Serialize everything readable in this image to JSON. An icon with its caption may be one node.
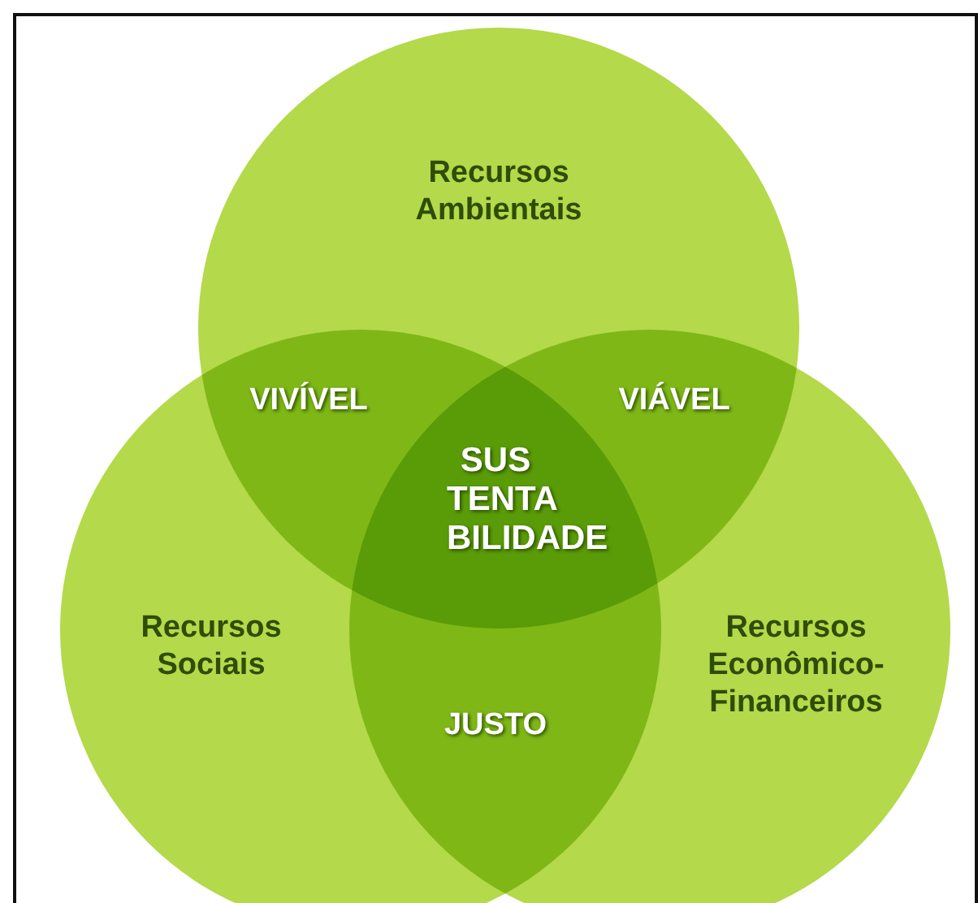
{
  "diagram": {
    "nodes": [
      {
        "text": [
          "Recursos Ambientais"
        ]
      },
      {
        "text": [
          "Recursos Sociais"
        ]
      },
      {
        "text": [
          "Recursos Econômico-Financeiros"
        ]
      }
    ],
    "labels": [
      "VIVÍVEL",
      "VIÁVEL",
      "SUS TENTA BILIDADE",
      "JUSTO"
    ]
  }
}
